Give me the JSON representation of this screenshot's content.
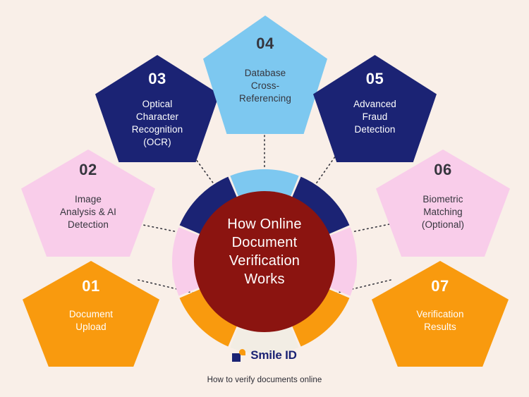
{
  "background_color": "#F9EFE8",
  "center": {
    "title": "How Online\nDocument\nVerification\nWorks",
    "circle_color": "#8B1410",
    "text_color": "#FFFFFF"
  },
  "steps": [
    {
      "number": "01",
      "label": "Document\nUpload",
      "fill": "#F99A0E",
      "text_color": "#FFFFFF"
    },
    {
      "number": "02",
      "label": "Image\nAnalysis & AI\nDetection",
      "fill": "#F9CDEA",
      "text_color": "#35353D"
    },
    {
      "number": "03",
      "label": "Optical\nCharacter\nRecognition\n(OCR)",
      "fill": "#1B2374",
      "text_color": "#FFFFFF"
    },
    {
      "number": "04",
      "label": "Database\nCross-\nReferencing",
      "fill": "#7DC8F0",
      "text_color": "#35353D"
    },
    {
      "number": "05",
      "label": "Advanced\nFraud\nDetection",
      "fill": "#1B2374",
      "text_color": "#FFFFFF"
    },
    {
      "number": "06",
      "label": "Biometric\nMatching\n(Optional)",
      "fill": "#F9CDEA",
      "text_color": "#35353D"
    },
    {
      "number": "07",
      "label": "Verification\nResults",
      "fill": "#F99A0E",
      "text_color": "#FFFFFF"
    }
  ],
  "donut": {
    "segment_colors": [
      "#7DC8F0",
      "#1B2374",
      "#F9CDEA",
      "#F99A0E",
      "#F2EDE4",
      "#F99A0E",
      "#F9CDEA",
      "#1B2374"
    ]
  },
  "connectors": {
    "color": "#35353D",
    "style": "dotted"
  },
  "footer": {
    "brand_name": "Smile ID",
    "brand_navy": "#1B2374",
    "brand_orange": "#F99A0E",
    "caption": "How to verify documents online"
  }
}
